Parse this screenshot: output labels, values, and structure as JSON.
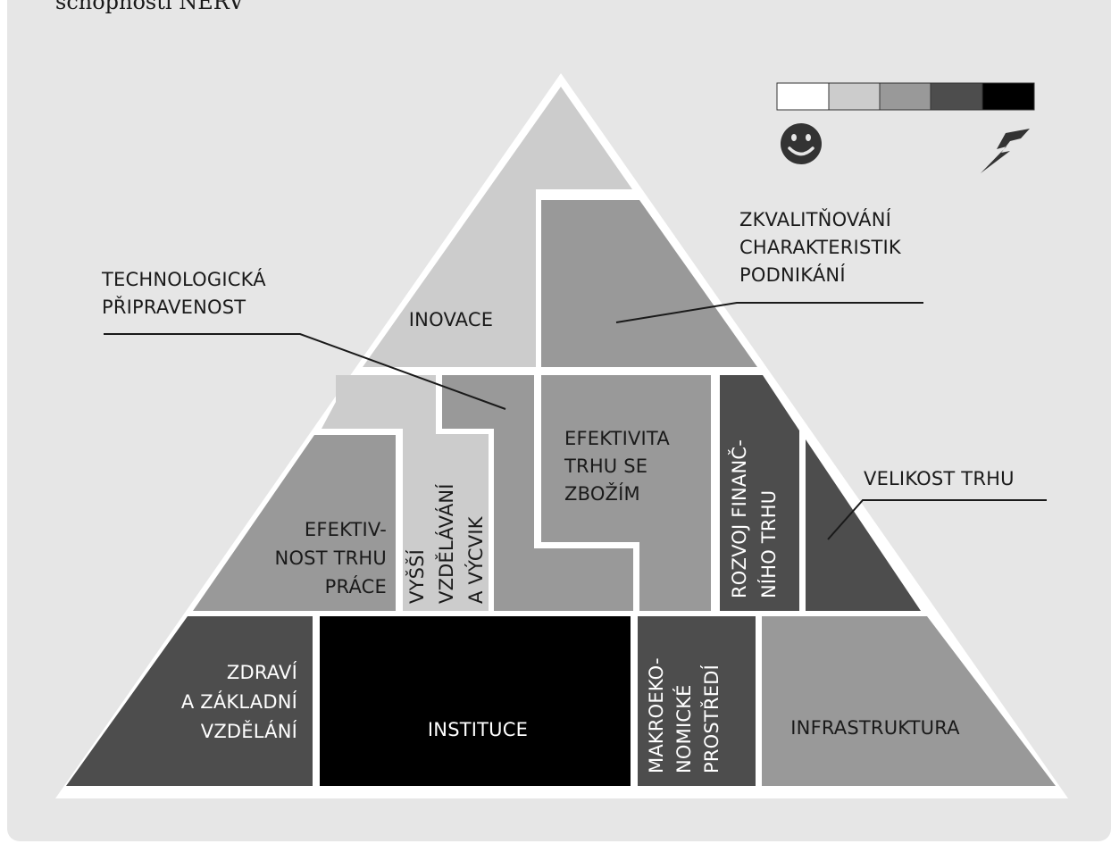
{
  "title": "schopnosti NERV",
  "legend": {
    "scale_colors": [
      "#ffffff",
      "#cccccc",
      "#999999",
      "#4d4d4d",
      "#000000"
    ],
    "low_end_icon": "smiley-icon",
    "high_end_icon": "lightning-icon"
  },
  "segments": {
    "inovace": {
      "lines": [
        "INOVACE"
      ],
      "fill": "#cccccc"
    },
    "zkvalitnovani": {
      "fill": "#999999"
    },
    "vyssi_vzdelavani": {
      "lines": [
        "VYŠŠÍ",
        "VZDĚLÁVÁNÍ",
        "A VÝCVIK"
      ],
      "fill": "#cccccc"
    },
    "technologicka": {
      "fill": "#999999"
    },
    "efektivita_zbozi": {
      "lines": [
        "EFEKTIVITA",
        "TRHU SE",
        "ZBOŽÍM"
      ],
      "fill": "#999999"
    },
    "rozvoj_financniho": {
      "lines": [
        "ROZVOJ FINANČ-",
        "NÍHO TRHU"
      ],
      "fill": "#4d4d4d"
    },
    "velikost_trhu": {
      "fill": "#4d4d4d"
    },
    "efektivnost_prace": {
      "lines": [
        "EFEKTIV-",
        "NOST TRHU",
        "PRÁCE"
      ],
      "fill": "#999999"
    },
    "zdravi": {
      "lines": [
        "ZDRAVÍ",
        "A ZÁKLADNÍ",
        "VZDĚLÁNÍ"
      ],
      "fill": "#4d4d4d"
    },
    "instituce": {
      "lines": [
        "INSTITUCE"
      ],
      "fill": "#000000"
    },
    "makroekonomicke": {
      "lines": [
        "MAKROEKO-",
        "NOMICKÉ",
        "PROSTŘEDÍ"
      ],
      "fill": "#4d4d4d"
    },
    "infrastruktura": {
      "lines": [
        "INFRASTRUKTURA"
      ],
      "fill": "#999999"
    }
  },
  "callouts": {
    "technologicka": [
      "TECHNOLOGICKÁ",
      "PŘIPRAVENOST"
    ],
    "zkvalitnovani": [
      "ZKVALITŇOVÁNÍ",
      "CHARAKTERISTIK",
      "PODNIKÁNÍ"
    ],
    "velikost": [
      "VELIKOST TRHU"
    ]
  }
}
